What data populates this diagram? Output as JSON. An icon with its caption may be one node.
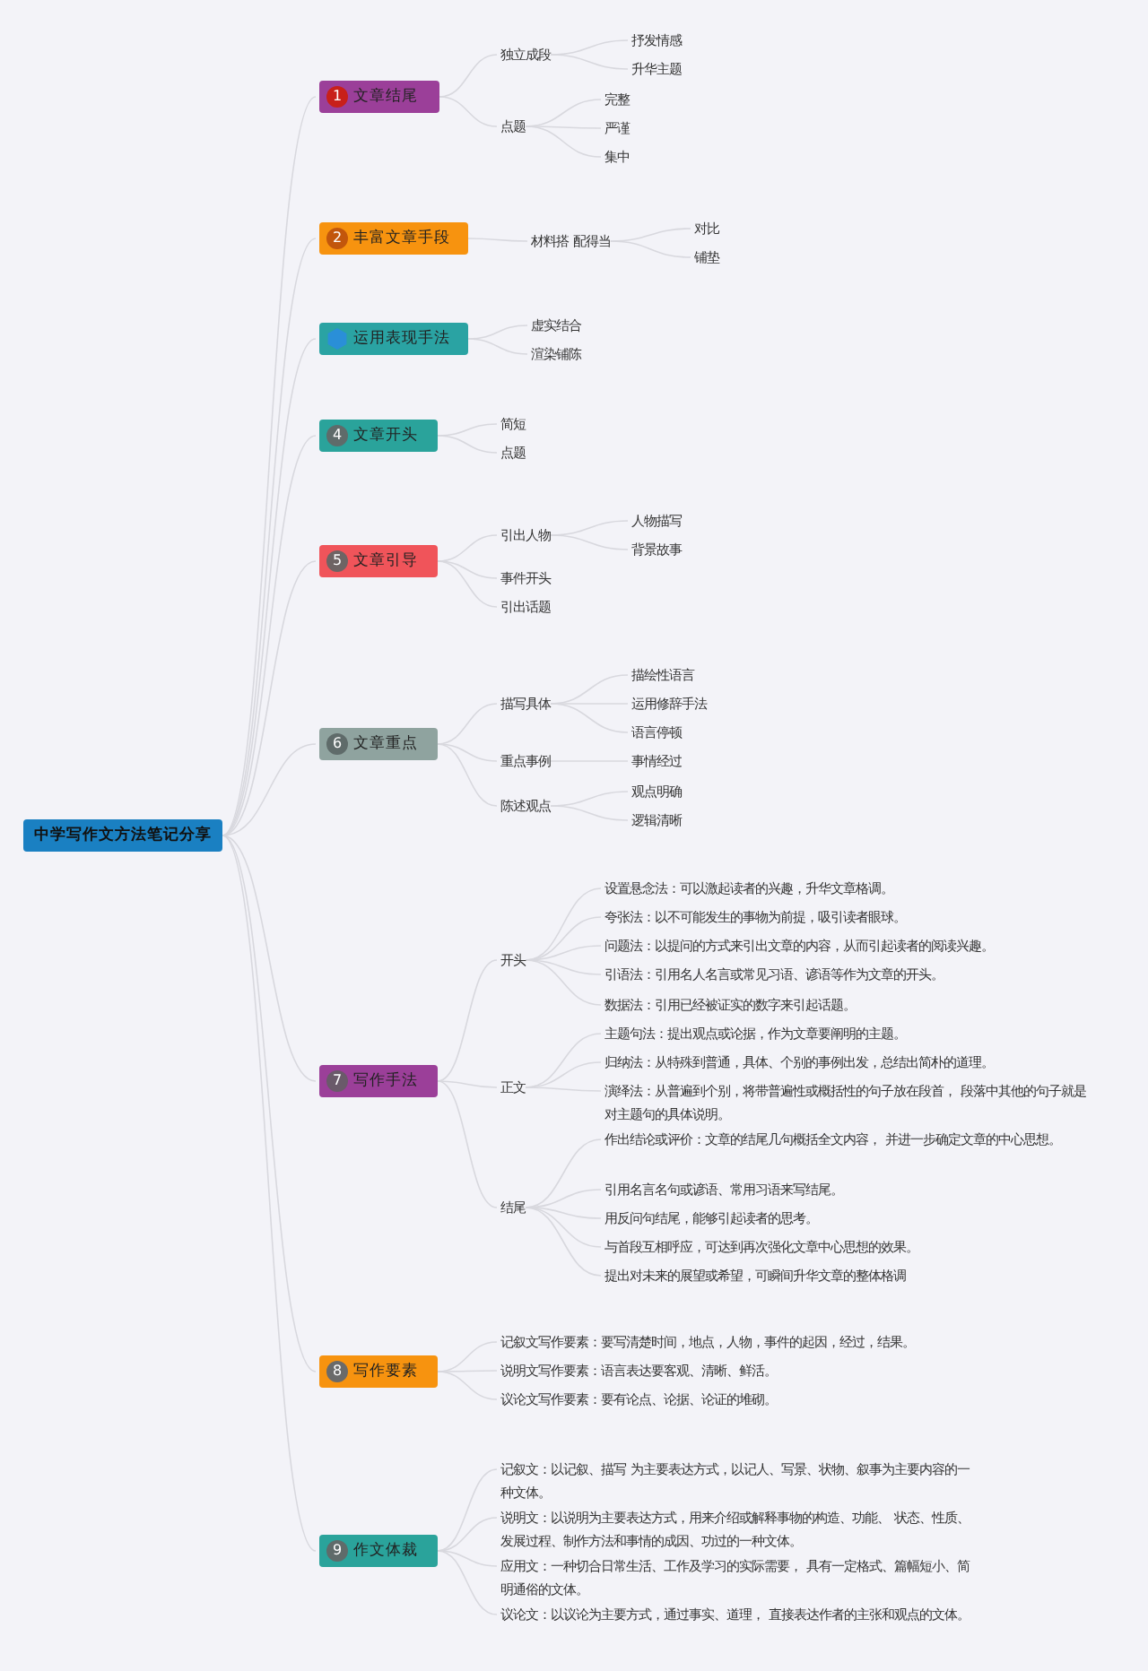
{
  "diagram": {
    "nodes": [
      {
        "text": [
          "中学写作文方法笔记分享"
        ]
      },
      {
        "text": [
          "1",
          "文章结尾"
        ]
      },
      {
        "text": [
          "独立成段"
        ]
      },
      {
        "text": [
          "抒发情感"
        ]
      },
      {
        "text": [
          "升华主题"
        ]
      },
      {
        "text": [
          "点题"
        ]
      },
      {
        "text": [
          "完整"
        ]
      },
      {
        "text": [
          "严谨"
        ]
      },
      {
        "text": [
          "集中"
        ]
      },
      {
        "text": [
          "2",
          "丰富文章手段"
        ]
      },
      {
        "text": [
          "材料搭 配得当"
        ]
      },
      {
        "text": [
          "对比"
        ]
      },
      {
        "text": [
          "铺垫"
        ]
      },
      {
        "text": [
          "运用表现手法"
        ]
      },
      {
        "text": [
          "虚实结合"
        ]
      },
      {
        "text": [
          "渲染铺陈"
        ]
      },
      {
        "text": [
          "4",
          "文章开头"
        ]
      },
      {
        "text": [
          "简短"
        ]
      },
      {
        "text": [
          "点题"
        ]
      },
      {
        "text": [
          "5",
          "文章引导"
        ]
      },
      {
        "text": [
          "引出人物"
        ]
      },
      {
        "text": [
          "人物描写"
        ]
      },
      {
        "text": [
          "背景故事"
        ]
      },
      {
        "text": [
          "事件开头"
        ]
      },
      {
        "text": [
          "引出话题"
        ]
      },
      {
        "text": [
          "6",
          "文章重点"
        ]
      },
      {
        "text": [
          "描写具体"
        ]
      },
      {
        "text": [
          "描绘性语言"
        ]
      },
      {
        "text": [
          "运用修辞手法"
        ]
      },
      {
        "text": [
          "语言停顿"
        ]
      },
      {
        "text": [
          "重点事例"
        ]
      },
      {
        "text": [
          "事情经过"
        ]
      },
      {
        "text": [
          "陈述观点"
        ]
      },
      {
        "text": [
          "观点明确"
        ]
      },
      {
        "text": [
          "逻辑清晰"
        ]
      },
      {
        "text": [
          "7",
          "写作手法"
        ]
      },
      {
        "text": [
          "开头"
        ]
      },
      {
        "text": [
          "设置悬念法：可以激起读者的兴趣，升华文章格调。"
        ]
      },
      {
        "text": [
          "夸张法：以不可能发生的事物为前提，吸引读者眼球。"
        ]
      },
      {
        "text": [
          "问题法：以提问的方式来引出文章的内容，从而引起读者的阅读兴趣。"
        ]
      },
      {
        "text": [
          "引语法：引用名人名言或常见习语、谚语等作为文章的开头。"
        ]
      },
      {
        "text": [
          "数据法：引用已经被证实的数字来引起话题。"
        ]
      },
      {
        "text": [
          "正文"
        ]
      },
      {
        "text": [
          "主题句法：提出观点或论据，作为文章要阐明的主题。"
        ]
      },
      {
        "text": [
          "归纳法：从特殊到普通，具体、个别的事例出发，总结出简朴的道理。"
        ]
      },
      {
        "text": [
          "演绎法：从普遍到个别，将带普遍性或概括性的句子放在段首， 段落中其他的句子就是对主题句的具体说明。"
        ]
      },
      {
        "text": [
          "结尾"
        ]
      },
      {
        "text": [
          "作出结论或评价：文章的结尾几句概括全文内容， 并进一步确定文章的中心思想。"
        ]
      },
      {
        "text": [
          "引用名言名句或谚语、常用习语来写结尾。"
        ]
      },
      {
        "text": [
          "用反问句结尾，能够引起读者的思考。"
        ]
      },
      {
        "text": [
          "与首段互相呼应，可达到再次强化文章中心思想的效果。"
        ]
      },
      {
        "text": [
          "提出对未来的展望或希望，可瞬间升华文章的整体格调"
        ]
      },
      {
        "text": [
          "8",
          "写作要素"
        ]
      },
      {
        "text": [
          "记叙文写作要素：要写清楚时间，地点，人物，事件的起因，经过，结果。"
        ]
      },
      {
        "text": [
          "说明文写作要素：语言表达要客观、清晰、鲜活。"
        ]
      },
      {
        "text": [
          "议论文写作要素：要有论点、论据、论证的堆砌。"
        ]
      },
      {
        "text": [
          "9",
          "作文体裁"
        ]
      },
      {
        "text": [
          "记叙文：以记叙、描写 为主要表达方式，以记人、写景、状物、叙事为主要内容的一种文体。"
        ]
      },
      {
        "text": [
          "说明文：以说明为主要表达方式，用来介绍或解释事物的构造、功能、 状态、性质、发展过程、制作方法和事情的成因、功过的一种文体。"
        ]
      },
      {
        "text": [
          "应用文：一种切合日常生活、工作及学习的实际需要， 具有一定格式、篇幅短小、简明通俗的文体。"
        ]
      },
      {
        "text": [
          "议论文：以议论为主要方式，通过事实、道理， 直接表达作者的主张和观点的文体。"
        ]
      }
    ],
    "edges": [
      {
        "from": 0,
        "to": 1,
        "arrow": "none"
      },
      {
        "from": 1,
        "to": 2,
        "arrow": "none"
      },
      {
        "from": 2,
        "to": 3,
        "arrow": "none"
      },
      {
        "from": 2,
        "to": 4,
        "arrow": "none"
      },
      {
        "from": 1,
        "to": 5,
        "arrow": "none"
      },
      {
        "from": 5,
        "to": 6,
        "arrow": "none"
      },
      {
        "from": 5,
        "to": 7,
        "arrow": "none"
      },
      {
        "from": 5,
        "to": 8,
        "arrow": "none"
      },
      {
        "from": 0,
        "to": 9,
        "arrow": "none"
      },
      {
        "from": 9,
        "to": 10,
        "arrow": "none"
      },
      {
        "from": 10,
        "to": 11,
        "arrow": "none"
      },
      {
        "from": 10,
        "to": 12,
        "arrow": "none"
      },
      {
        "from": 0,
        "to": 13,
        "arrow": "none"
      },
      {
        "from": 13,
        "to": 14,
        "arrow": "none"
      },
      {
        "from": 13,
        "to": 15,
        "arrow": "none"
      },
      {
        "from": 0,
        "to": 16,
        "arrow": "none"
      },
      {
        "from": 16,
        "to": 17,
        "arrow": "none"
      },
      {
        "from": 16,
        "to": 18,
        "arrow": "none"
      },
      {
        "from": 0,
        "to": 19,
        "arrow": "none"
      },
      {
        "from": 19,
        "to": 20,
        "arrow": "none"
      },
      {
        "from": 20,
        "to": 21,
        "arrow": "none"
      },
      {
        "from": 20,
        "to": 22,
        "arrow": "none"
      },
      {
        "from": 19,
        "to": 23,
        "arrow": "none"
      },
      {
        "from": 19,
        "to": 24,
        "arrow": "none"
      },
      {
        "from": 0,
        "to": 25,
        "arrow": "none"
      },
      {
        "from": 25,
        "to": 26,
        "arrow": "none"
      },
      {
        "from": 26,
        "to": 27,
        "arrow": "none"
      },
      {
        "from": 26,
        "to": 28,
        "arrow": "none"
      },
      {
        "from": 26,
        "to": 29,
        "arrow": "none"
      },
      {
        "from": 25,
        "to": 30,
        "arrow": "none"
      },
      {
        "from": 30,
        "to": 31,
        "arrow": "none"
      },
      {
        "from": 25,
        "to": 32,
        "arrow": "none"
      },
      {
        "from": 32,
        "to": 33,
        "arrow": "none"
      },
      {
        "from": 32,
        "to": 34,
        "arrow": "none"
      },
      {
        "from": 0,
        "to": 35,
        "arrow": "none"
      },
      {
        "from": 35,
        "to": 36,
        "arrow": "none"
      },
      {
        "from": 36,
        "to": 37,
        "arrow": "none"
      },
      {
        "from": 36,
        "to": 38,
        "arrow": "none"
      },
      {
        "from": 36,
        "to": 39,
        "arrow": "none"
      },
      {
        "from": 36,
        "to": 40,
        "arrow": "none"
      },
      {
        "from": 36,
        "to": 41,
        "arrow": "none"
      },
      {
        "from": 35,
        "to": 42,
        "arrow": "none"
      },
      {
        "from": 42,
        "to": 43,
        "arrow": "none"
      },
      {
        "from": 42,
        "to": 44,
        "arrow": "none"
      },
      {
        "from": 42,
        "to": 45,
        "arrow": "none"
      },
      {
        "from": 35,
        "to": 46,
        "arrow": "none"
      },
      {
        "from": 46,
        "to": 47,
        "arrow": "none"
      },
      {
        "from": 46,
        "to": 48,
        "arrow": "none"
      },
      {
        "from": 46,
        "to": 49,
        "arrow": "none"
      },
      {
        "from": 46,
        "to": 50,
        "arrow": "none"
      },
      {
        "from": 46,
        "to": 51,
        "arrow": "none"
      },
      {
        "from": 0,
        "to": 52,
        "arrow": "none"
      },
      {
        "from": 52,
        "to": 53,
        "arrow": "none"
      },
      {
        "from": 52,
        "to": 54,
        "arrow": "none"
      },
      {
        "from": 52,
        "to": 55,
        "arrow": "none"
      },
      {
        "from": 0,
        "to": 56,
        "arrow": "none"
      },
      {
        "from": 56,
        "to": 57,
        "arrow": "none"
      },
      {
        "from": 56,
        "to": 58,
        "arrow": "none"
      },
      {
        "from": 56,
        "to": 59,
        "arrow": "none"
      },
      {
        "from": 56,
        "to": 60,
        "arrow": "none"
      }
    ]
  }
}
